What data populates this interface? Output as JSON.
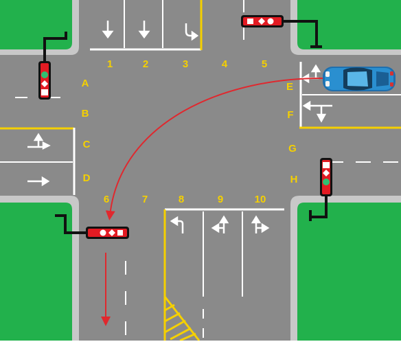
{
  "colors": {
    "grass": "#22b14c",
    "road": "#8a8a8a",
    "curb": "#c8c8c8",
    "lane_paint": "#ffffff",
    "label_yellow": "#f5d000",
    "route_red": "#e0282e",
    "car_blue": "#2a8fd0",
    "signal_body": "#e31b23"
  },
  "lane_labels": {
    "north": [
      "1",
      "2",
      "3",
      "4",
      "5"
    ],
    "west": [
      "A",
      "B",
      "C",
      "D"
    ],
    "east": [
      "E",
      "F",
      "G",
      "H"
    ],
    "south": [
      "6",
      "7",
      "8",
      "9",
      "10"
    ]
  },
  "lane_arrows": {
    "north": [
      "arrow-down-icon",
      "arrow-down-icon",
      "arrow-uturn-right-icon"
    ],
    "west": [
      "arrow-straight-left-right-icon",
      "arrow-right-icon"
    ],
    "east": [
      "arrow-straight-left-icon",
      "arrow-left-right-icon"
    ],
    "south": [
      "arrow-left-turn-icon",
      "arrow-straight-left-icon",
      "arrow-straight-right-icon"
    ]
  },
  "traffic_signals": [
    {
      "corner": "north-west",
      "orientation": "vertical",
      "lit": "green"
    },
    {
      "corner": "north-east",
      "orientation": "horizontal",
      "lit": "red"
    },
    {
      "corner": "south-west",
      "orientation": "horizontal",
      "lit": "red"
    },
    {
      "corner": "south-east",
      "orientation": "vertical",
      "lit": "green"
    }
  ],
  "vehicle": {
    "type": "car",
    "lane": "E",
    "color": "blue"
  },
  "route": {
    "from_lane": "E",
    "to_lane": "6",
    "style": "red-curved-arrow"
  }
}
